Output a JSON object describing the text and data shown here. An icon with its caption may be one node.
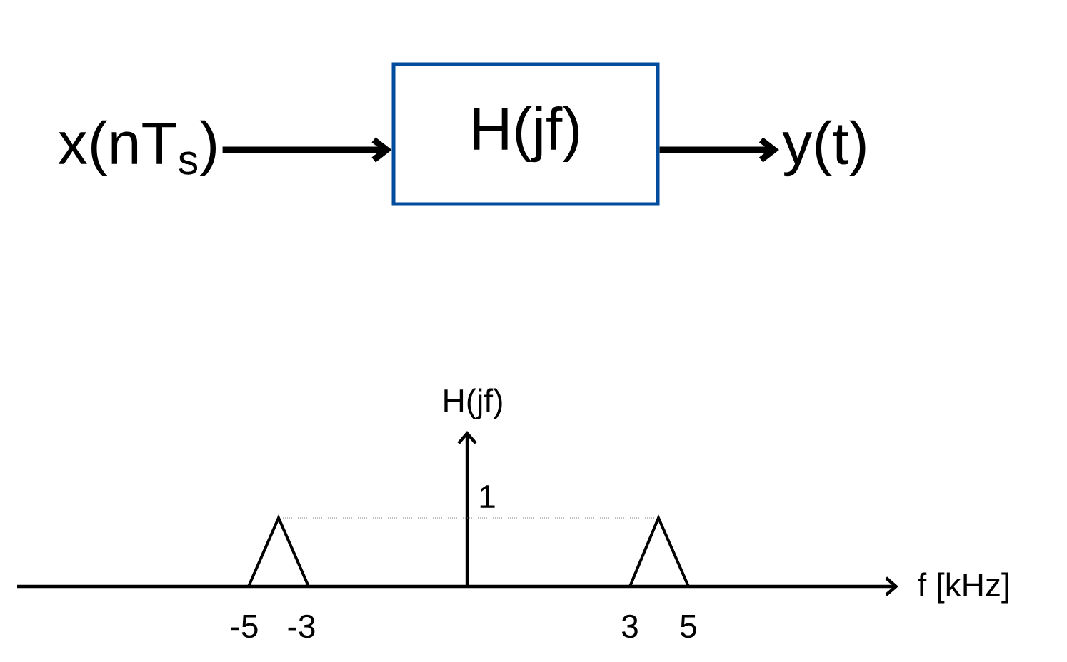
{
  "diagram": {
    "nodes": [
      {
        "text": [
          "x(nT$_{s}$)"
        ]
      },
      {
        "text": [
          "H(jf)"
        ]
      },
      {
        "text": [
          "y(t)"
        ]
      }
    ],
    "edges": [
      {
        "from": 0,
        "to": 1,
        "arrow": "to"
      },
      {
        "from": 1,
        "to": 2,
        "arrow": "to"
      }
    ],
    "labels": [
      "H(jf)",
      "1",
      "f [kHz]",
      "-5",
      "-3",
      "3",
      "5"
    ]
  }
}
